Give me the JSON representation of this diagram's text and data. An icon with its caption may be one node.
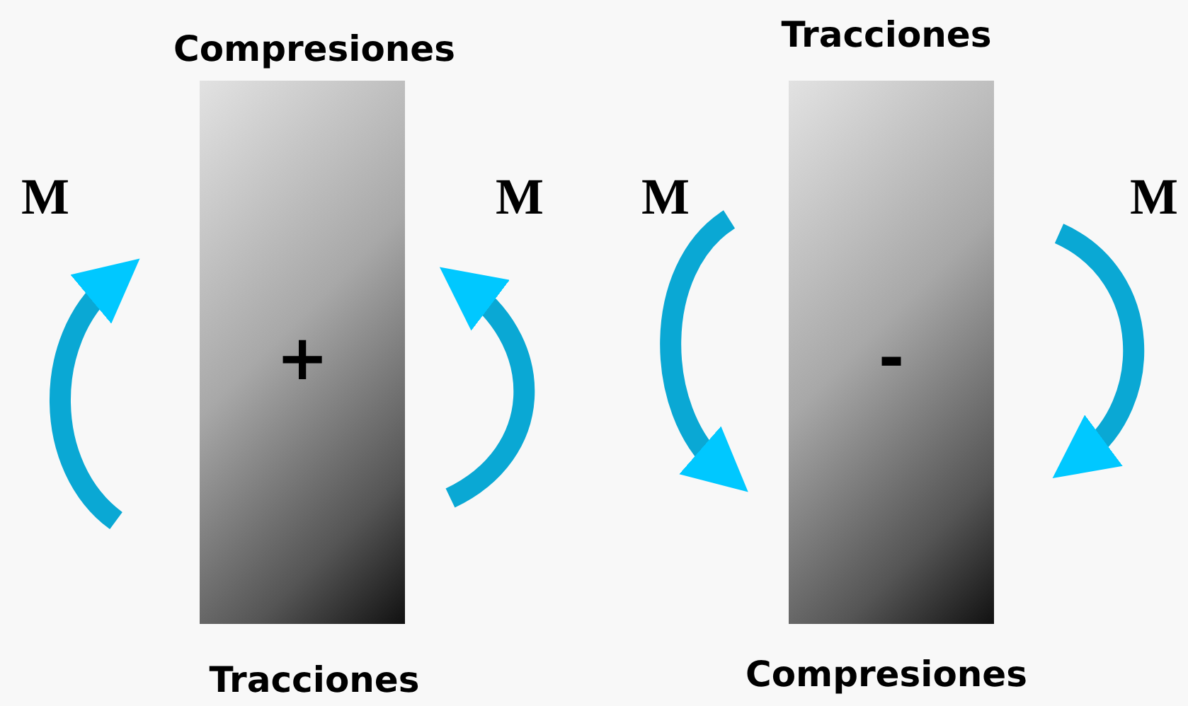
{
  "diagram": {
    "nodes": [
      {
        "text": [
          "+"
        ],
        "beside": [
          "Compresiones",
          "Tracciones"
        ]
      },
      {
        "text": [
          "-"
        ],
        "beside": [
          "Tracciones",
          "Compresiones"
        ]
      }
    ],
    "labels": [
      "M",
      "M",
      "M",
      "M"
    ]
  }
}
